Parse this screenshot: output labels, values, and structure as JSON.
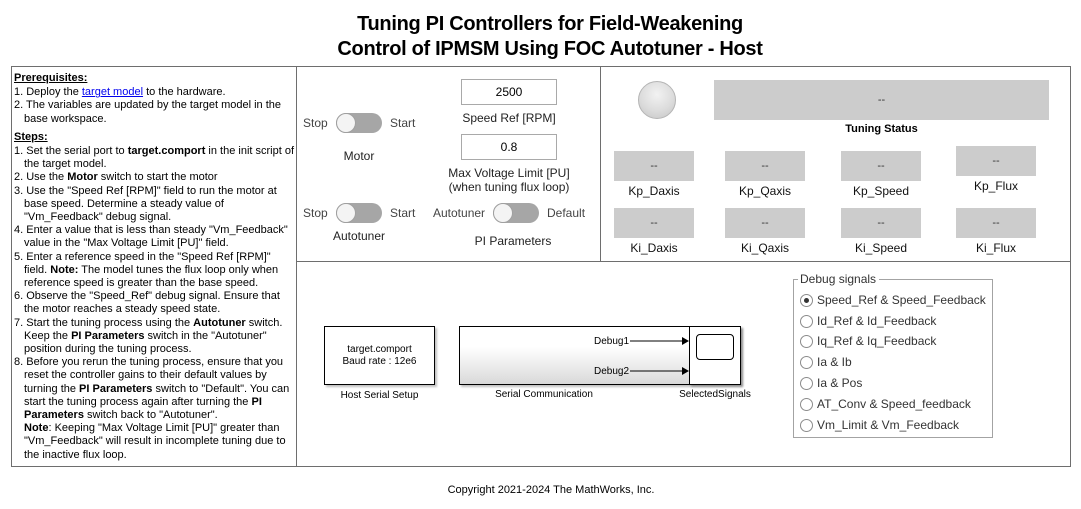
{
  "title": {
    "line1": "Tuning PI Controllers for Field-Weakening",
    "line2": "Control of IPMSM Using FOC Autotuner - Host"
  },
  "instructions": {
    "prerequisites_heading": "Prerequisites:",
    "prereq1_prefix": "1. Deploy the ",
    "prereq1_link": "target model",
    "prereq1_suffix": " to the hardware.",
    "prereq2": "2. The variables are updated by the target model in the base workspace.",
    "steps_heading": "Steps:",
    "step1_a": "1. Set the serial port to ",
    "step1_b": "target.comport",
    "step1_c": " in the init script of the target model.",
    "step2_a": "2. Use the ",
    "step2_b": "Motor",
    "step2_c": " switch to start the motor",
    "step3": "3. Use the \"Speed Ref [RPM]\" field to run the motor at base speed. Determine a steady value of \"Vm_Feedback\" debug signal.",
    "step4": "4. Enter a value that is less than steady \"Vm_Feedback\" value in the \"Max Voltage Limit [PU]\" field.",
    "step5_a": "5. Enter a reference speed in the \"Speed Ref [RPM]\" field. ",
    "step5_b": "Note:",
    "step5_c": " The model tunes the flux loop only when reference speed is greater than the base speed.",
    "step6": "6. Observe the \"Speed_Ref\" debug signal. Ensure that the motor reaches a steady speed state.",
    "step7_a": "7. Start the tuning process using the ",
    "step7_b": "Autotuner",
    "step7_c": " switch. Keep the ",
    "step7_d": "PI Parameters",
    "step7_e": " switch in the \"Autotuner\" position during the tuning process.",
    "step8_a": "8. Before you rerun the tuning process, ensure that you reset  the controller gains to their default values by turning the ",
    "step8_b": "PI Parameters",
    "step8_c": " switch to \"Default\". You can start the tuning process again after turning the ",
    "step8_d": "PI Parameters",
    "step8_e": " switch back to \"Autotuner\".",
    "note_label": "Note",
    "note_text": ": Keeping \"Max Voltage Limit [PU]\" greater than \"Vm_Feedback\" will result in incomplete tuning due to the inactive flux loop."
  },
  "controls": {
    "motor": {
      "off_label": "Stop",
      "on_label": "Start",
      "label": "Motor",
      "state": "Stop"
    },
    "autotuner": {
      "off_label": "Stop",
      "on_label": "Start",
      "label": "Autotuner",
      "state": "Stop"
    },
    "pi_parameters": {
      "off_label": "Autotuner",
      "on_label": "Default",
      "label": "PI Parameters",
      "state": "Autotuner"
    },
    "speed_ref": {
      "value": "2500",
      "label": "Speed Ref [RPM]"
    },
    "max_voltage": {
      "value": "0.8",
      "label_line1": "Max Voltage Limit [PU]",
      "label_line2": "(when tuning flux loop)"
    }
  },
  "tuning": {
    "status_value": "--",
    "status_label": "Tuning Status",
    "gains": [
      {
        "label": "Kp_Daxis",
        "value": "--"
      },
      {
        "label": "Kp_Qaxis",
        "value": "--"
      },
      {
        "label": "Kp_Speed",
        "value": "--"
      },
      {
        "label": "Kp_Flux",
        "value": "--"
      },
      {
        "label": "Ki_Daxis",
        "value": "--"
      },
      {
        "label": "Ki_Qaxis",
        "value": "--"
      },
      {
        "label": "Ki_Speed",
        "value": "--"
      },
      {
        "label": "Ki_Flux",
        "value": "--"
      }
    ]
  },
  "model": {
    "host_serial": {
      "line1": "target.comport",
      "line2": "Baud rate : 12e6",
      "caption": "Host Serial Setup"
    },
    "serial_comm": {
      "port1": "Debug1",
      "port2": "Debug2",
      "caption": "Serial Communication"
    },
    "scope": {
      "caption": "SelectedSignals"
    }
  },
  "debug_signals": {
    "legend": "Debug signals",
    "selected": 0,
    "options": [
      "Speed_Ref & Speed_Feedback",
      "Id_Ref & Id_Feedback",
      "Iq_Ref & Iq_Feedback",
      "Ia & Ib",
      "Ia & Pos",
      "AT_Conv & Speed_feedback",
      "Vm_Limit & Vm_Feedback"
    ]
  },
  "footer": {
    "copyright": "Copyright 2021-2024 The MathWorks, Inc."
  }
}
